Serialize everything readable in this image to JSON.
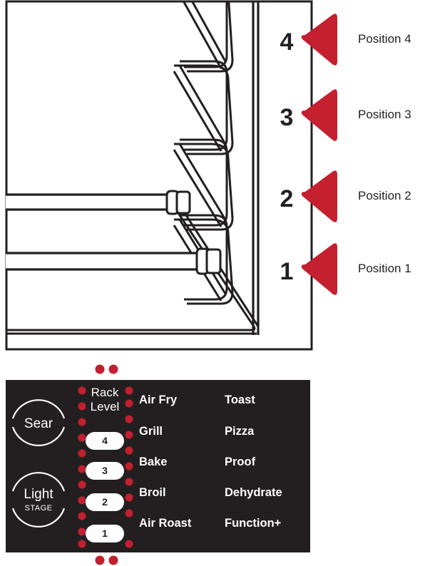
{
  "colors": {
    "accent_red": "#C4202F",
    "marker_red": "#C2202E",
    "panel_black": "#231F20",
    "line_black": "#231F20",
    "white": "#FFFFFF"
  },
  "oven_diagram": {
    "name": "oven-rack-position-diagram",
    "positions": [
      {
        "number": "4",
        "label": "Position 4"
      },
      {
        "number": "3",
        "label": "Position 3"
      },
      {
        "number": "2",
        "label": "Position 2"
      },
      {
        "number": "1",
        "label": "Position 1"
      }
    ],
    "racks_shown": 2,
    "rail_slots": 4
  },
  "control_panel": {
    "name": "oven-control-panel",
    "dials": [
      {
        "id": "sear-dial",
        "main_label": "Sear",
        "sub_label": ""
      },
      {
        "id": "light-stage-dial",
        "main_label": "Light",
        "sub_label": "STAGE"
      }
    ],
    "rack_level": {
      "title_line1": "Rack",
      "title_line2": "Level",
      "levels": [
        "4",
        "3",
        "2",
        "1"
      ],
      "left_indicator_count": 11,
      "right_indicator_count": 11
    },
    "function_column_1": [
      "Air Fry",
      "Grill",
      "Bake",
      "Broil",
      "Air Roast"
    ],
    "function_column_2": [
      "Toast",
      "Pizza",
      "Proof",
      "Dehydrate",
      "Function+"
    ],
    "top_indicator_dots": 2,
    "bottom_indicator_dots": 2
  }
}
